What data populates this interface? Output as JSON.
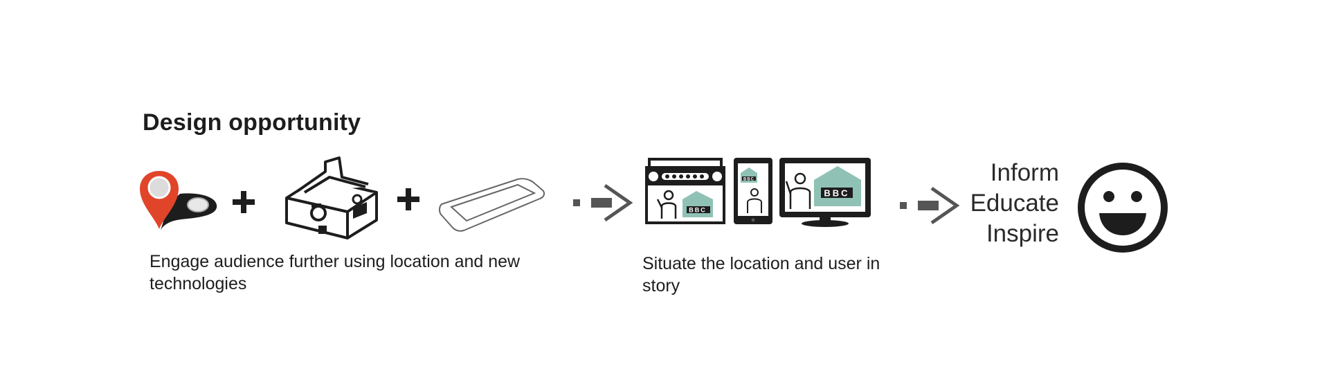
{
  "title": "Design opportunity",
  "captions": {
    "engage": "Engage audience further using location and new technologies",
    "situate": "Situate the location and user in story"
  },
  "operators": {
    "plus": "+"
  },
  "outcomes": [
    "Inform",
    "Educate",
    "Inspire"
  ],
  "logo_text": "BBC",
  "icons": [
    "location-pin-icon",
    "cardboard-vr-icon",
    "smartphone-icon",
    "radio-icon",
    "tablet-icon",
    "monitor-icon",
    "smiley-face-icon",
    "arrow-right-icon"
  ],
  "colors": {
    "pin": "#e0452a",
    "teal": "#8fc2b5",
    "ink": "#1d1d1d",
    "arrow": "#555555"
  }
}
